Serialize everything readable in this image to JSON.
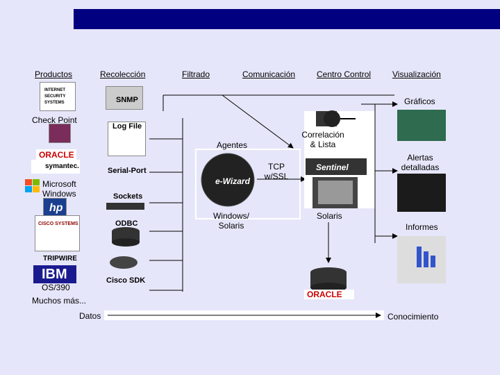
{
  "columns": {
    "productos": "Productos",
    "recoleccion": "Recolección",
    "filtrado": "Filtrado",
    "comunicacion": "Comunicación",
    "centro_control": "Centro Control",
    "visualizacion": "Visualización"
  },
  "products": {
    "iss_lines": [
      "INTERNET",
      "SECURITY",
      "SYSTEMS"
    ],
    "checkpoint": "Check Point",
    "oracle": "ORACLE",
    "symantec": "symantec.",
    "microsoft": "Microsoft\nWindows",
    "hp": "hp",
    "cisco": "CISCO SYSTEMS",
    "tripwire": "TRIPWIRE",
    "ibm": "IBM",
    "os390": "OS/390",
    "mas": "Muchos más..."
  },
  "collectors": {
    "snmp": "SNMP",
    "logfile": "Log File",
    "serial": "Serial-Port",
    "sockets": "Sockets",
    "odbc": "ODBC",
    "ciscosdk": "Cisco SDK"
  },
  "center": {
    "agentes": "Agentes",
    "ewizard": "e-Wizard",
    "windows_solaris": "Windows/\nSolaris",
    "tcp": "TCP\nw/SSL",
    "correlacion": "Correlación\n& Lista",
    "sentinel": "Sentinel",
    "solaris": "Solaris",
    "oracle_db": "ORACLE"
  },
  "outputs": {
    "graficos": "Gráficos",
    "alertas": "Alertas\ndetalladas",
    "informes": "Informes"
  },
  "bottom": {
    "datos": "Datos",
    "conocimiento": "Conocimiento"
  },
  "colors": {
    "background": "#e6e6fa",
    "header_bar": "#000080",
    "oracle_red": "#cc0000",
    "sentinel_red": "#cc0000"
  }
}
